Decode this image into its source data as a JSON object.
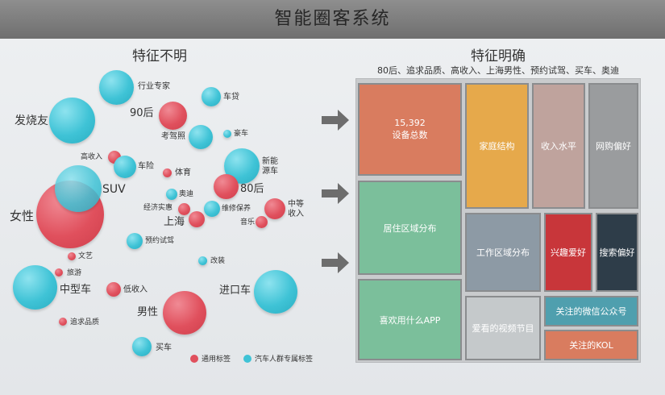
{
  "header": {
    "title": "智能圈客系统"
  },
  "left": {
    "title": "特征不明"
  },
  "right": {
    "title": "特征明确",
    "subtitle": "80后、追求品质、高收入、上海男性、预约试驾、买车、奥迪"
  },
  "bubbles": {
    "hangye": "行业专家",
    "chedai": "车贷",
    "faoyou": "发烧友",
    "jiulinghou": "90后",
    "kaojiazhao": "考驾照",
    "haoche": "豪车",
    "gaoshouru": "高收入",
    "chexian": "车险",
    "tiyu": "体育",
    "xinnengyuanche": "新能\n源车",
    "suv": "SUV",
    "baling": "80后",
    "aodi": "奥迪",
    "nvxing": "女性",
    "jingjishihui": "经济实惠",
    "weixiubaoyang": "维修保养",
    "zhongdengshouru": "中等\n收入",
    "shanghai": "上海",
    "yinyue": "音乐",
    "yuyueshijia": "预约试驾",
    "wenyi": "文艺",
    "gaizhuang": "改装",
    "lvyou": "旅游",
    "zhongxingche": "中型车",
    "dishouru": "低收入",
    "jinkouche": "进口车",
    "nanxing": "男性",
    "zhuiqiupinzhi": "追求品质",
    "maiche": "买车"
  },
  "legend": {
    "common": "通用标签",
    "car": "汽车人群专属标签"
  },
  "tiles": {
    "device_count": "15,392",
    "device_label": "设备总数",
    "family": "家庭结构",
    "income": "收入水平",
    "shopping": "网购偏好",
    "residence": "居住区域分布",
    "work": "工作区域分布",
    "interest": "兴趣爱好",
    "search": "搜索偏好",
    "apps": "喜欢用什么APP",
    "video": "爱看的视频节目",
    "wechat": "关注的微信公众号",
    "kol": "关注的KOL"
  },
  "colors": {
    "red": "#e0505d",
    "blue": "#3fc3d6",
    "orange": "#d97c5f",
    "yellow": "#e6a94b",
    "mauve": "#bfa39d",
    "gray": "#9a9c9e",
    "green": "#7bbf9b",
    "slate": "#8d9aa5",
    "crimson": "#c8363a",
    "navy": "#2e3d49",
    "teal": "#4f9fae"
  }
}
